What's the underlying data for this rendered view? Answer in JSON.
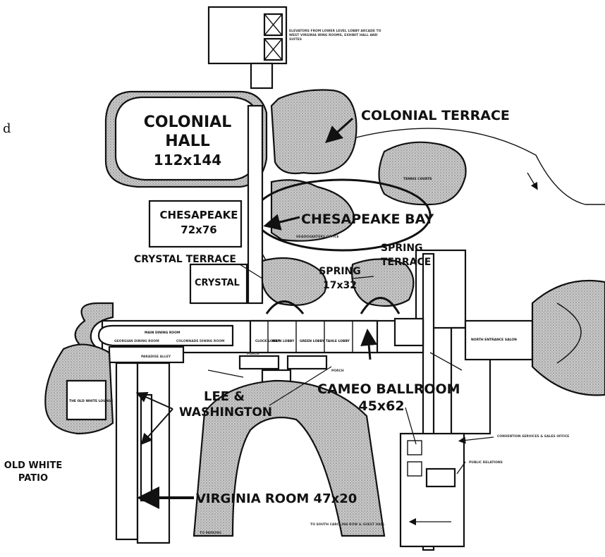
{
  "map": {
    "stray_char": "d",
    "labels": {
      "colonial_hall": [
        "COLONIAL",
        "HALL",
        "112x144"
      ],
      "colonial_terrace": "COLONIAL TERRACE",
      "chesapeake": [
        "CHESAPEAKE",
        "72x76"
      ],
      "chesapeake_bay": "CHESAPEAKE BAY",
      "crystal_terrace": "CRYSTAL TERRACE",
      "crystal": "CRYSTAL",
      "spring_terrace": [
        "SPRING",
        "TERRACE"
      ],
      "spring": [
        "SPRING",
        "17x32"
      ],
      "cameo_ballroom": [
        "CAMEO BALLROOM",
        "45x62"
      ],
      "lee_washington": [
        "LEE &",
        "WASHINGTON"
      ],
      "old_white_patio": [
        "OLD WHITE",
        "PATIO"
      ],
      "virginia_room": "VIRGINIA ROOM 47x20"
    },
    "small_labels": {
      "main_dining_room": "MAIN DINING ROOM",
      "georgian_dining_room": "GEORGIAN DINING ROOM",
      "colonnade_dining_room": "COLONNADE DINING ROOM",
      "paradise_alley": "PARADISE ALLEY",
      "north_entrance_salon": "NORTH ENTRANCE SALON",
      "public_relations": "PUBLIC RELATIONS",
      "porch_left": "PORCH",
      "porch_right": "PORCH",
      "to_parking": "TO PARKING",
      "to_south_carolina": "TO SOUTH CAROLINA ROW & GUEST HALL",
      "tennis_courts": "TENNIS COURTS",
      "old_white_lounge": "THE OLD WHITE LOUNGE",
      "headquarters_office": "HEADQUARTERS OFFICE",
      "sales_office": "CONVENTION SERVICES & SALES OFFICE",
      "tiny_rooms": [
        "CLOCK LOBBY",
        "MAIN LOBBY",
        "GREEN LOBBY",
        "TAHLE LOBBY"
      ],
      "elevators_note": "ELEVATORS FROM LOWER LEVEL LOBBY ARCADE TO WEST VIRGINIA WING ROOMS, EXHIBIT HALL AND SUITES"
    },
    "colors": {
      "ink": "#111111",
      "stipple_light": "#d8d8d8",
      "stipple_dark": "#8a8a8a",
      "paper": "#ffffff"
    }
  }
}
